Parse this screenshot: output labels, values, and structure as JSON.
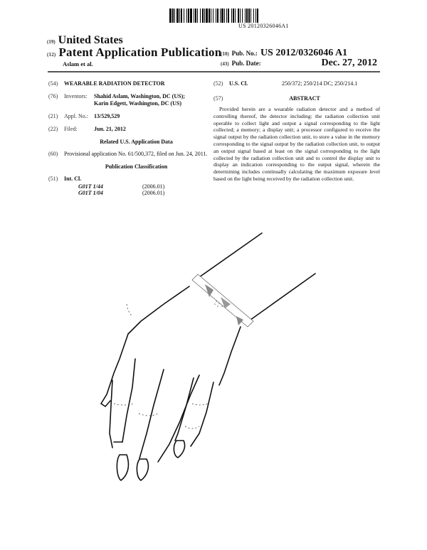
{
  "barcode": {
    "number_text": "US 20120326046A1"
  },
  "header": {
    "country_code": "(19)",
    "country": "United States",
    "pubtype_code": "(12)",
    "publication_type": "Patent Application Publication",
    "inventors_short": "Aslam et al.",
    "pub_no_code": "(10)",
    "pub_no_label": "Pub. No.:",
    "pub_no": "US 2012/0326046 A1",
    "pub_date_code": "(43)",
    "pub_date_label": "Pub. Date:",
    "pub_date": "Dec. 27, 2012"
  },
  "left_column": {
    "title": {
      "code": "(54)",
      "text": "WEARABLE RADIATION DETECTOR"
    },
    "inventors": {
      "code": "(76)",
      "label": "Inventors:",
      "line1": "Shahid Aslam, Washington, DC (US);",
      "line2": "Karin Edgett, Washington, DC (US)"
    },
    "appl_no": {
      "code": "(21)",
      "label": "Appl. No.:",
      "value": "13/529,529"
    },
    "filed": {
      "code": "(22)",
      "label": "Filed:",
      "value": "Jun. 21, 2012"
    },
    "related_heading": "Related U.S. Application Data",
    "provisional": {
      "code": "(60)",
      "text": "Provisional application No. 61/500,372, filed on Jun. 24, 2011."
    },
    "pub_class_heading": "Publication Classification",
    "int_cl": {
      "code": "(51)",
      "label": "Int. Cl.",
      "rows": [
        {
          "class": "G01T 1/44",
          "version": "(2006.01)"
        },
        {
          "class": "G01T 1/04",
          "version": "(2006.01)"
        }
      ]
    }
  },
  "right_column": {
    "us_cl": {
      "code": "(52)",
      "label": "U.S. Cl.",
      "value": "250/372; 250/214 DC; 250/214.1"
    },
    "abstract": {
      "code": "(57)",
      "heading": "ABSTRACT",
      "text": "Provided herein are a wearable radiation detector and a method of controlling thereof, the detector including: the radiation collection unit operable to collect light and output a signal corresponding to the light collected; a memory; a display unit; a processor configured to receive the signal output by the radiation collection unit, to store a value in the memory corresponding to the signal output by the radiation collection unit, to output an output signal based at least on the signal corresponding to the light collected by the radiation collection unit and to control the display unit to display an indication corresponding to the output signal, wherein the determining includes continually calculating the maximum exposure level based on the light being received by the radiation collection unit."
    }
  },
  "figure": {
    "description": "Line drawing of a hand and forearm wearing a band-style radiation detector at the wrist"
  }
}
